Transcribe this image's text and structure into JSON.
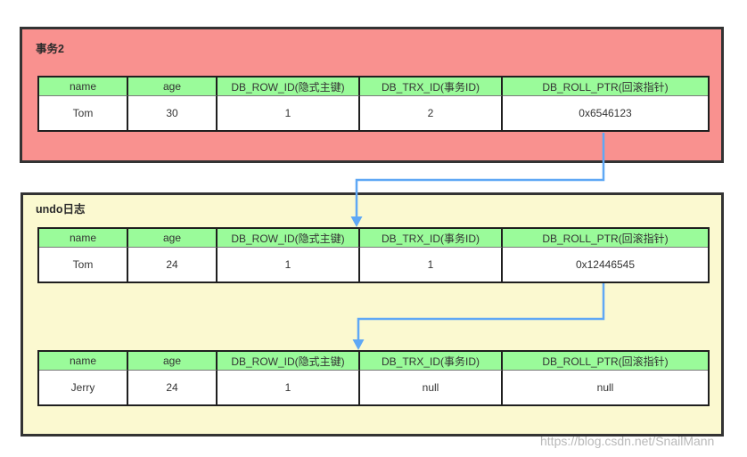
{
  "canvas": {
    "background": "#ffffff"
  },
  "colors": {
    "transaction_box_fill": "#F9918F",
    "undo_box_fill": "#FBF9D0",
    "table_header_fill": "#9AFB9A",
    "box_border": "#333333",
    "table_border": "#1f1f1f",
    "arrow": "#5FA8F5",
    "text": "#333333",
    "watermark_text": "#a2a2a2"
  },
  "transaction_box": {
    "label": "事务2",
    "table": {
      "headers": [
        "name",
        "age",
        "DB_ROW_ID(隐式主键)",
        "DB_TRX_ID(事务ID)",
        "DB_ROLL_PTR(回滚指针)"
      ],
      "rows": [
        [
          "Tom",
          "30",
          "1",
          "2",
          "0x6546123"
        ]
      ]
    }
  },
  "undo_log_box": {
    "label": "undo日志",
    "tables": [
      {
        "headers": [
          "name",
          "age",
          "DB_ROW_ID(隐式主键)",
          "DB_TRX_ID(事务ID)",
          "DB_ROLL_PTR(回滚指针)"
        ],
        "rows": [
          [
            "Tom",
            "24",
            "1",
            "1",
            "0x12446545"
          ]
        ]
      },
      {
        "headers": [
          "name",
          "age",
          "DB_ROW_ID(隐式主键)",
          "DB_TRX_ID(事务ID)",
          "DB_ROLL_PTR(回滚指针)"
        ],
        "rows": [
          [
            "Jerry",
            "24",
            "1",
            "null",
            "null"
          ]
        ]
      }
    ]
  },
  "arrows": [
    {
      "from": "transaction record DB_ROLL_PTR 0x6546123",
      "to": "undo log version 1 (Tom, 24)"
    },
    {
      "from": "undo version 1 DB_ROLL_PTR 0x12446545",
      "to": "undo log version 2 (Jerry, 24)"
    }
  ],
  "watermark": {
    "text": "https://blog.csdn.net/SnailMann"
  }
}
